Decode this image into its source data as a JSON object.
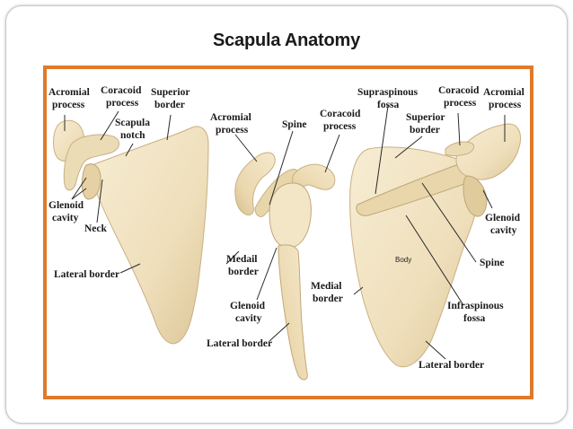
{
  "slide": {
    "title": "Scapula Anatomy"
  },
  "colors": {
    "frame_border": "#e07a2a",
    "bone_fill": "#f3e6c7",
    "bone_shadow": "#d8c39a",
    "text": "#1a1a1a"
  },
  "views": {
    "anterior": {
      "acromial_process": [
        "Acromial",
        "process"
      ],
      "coracoid_process": [
        "Coracoid",
        "process"
      ],
      "superior_border": [
        "Superior",
        "border"
      ],
      "scapula_notch": [
        "Scapula",
        "notch"
      ],
      "glenoid_cavity": [
        "Glenoid",
        "cavity"
      ],
      "neck": "Neck",
      "lateral_border": "Lateral border"
    },
    "lateral": {
      "acromial_process": [
        "Acromial",
        "process"
      ],
      "spine": "Spine",
      "coracoid_process": [
        "Coracoid",
        "process"
      ],
      "medial_border": [
        "Medail",
        "border"
      ],
      "glenoid_cavity": [
        "Glenoid",
        "cavity"
      ],
      "lateral_border": "Lateral border"
    },
    "posterior": {
      "supraspinous_fossa": [
        "Supraspinous",
        "fossa"
      ],
      "coracoid_process": [
        "Coracoid",
        "process"
      ],
      "acromial_process": [
        "Acromial",
        "process"
      ],
      "superior_border": [
        "Superior",
        "border"
      ],
      "body": "Body",
      "glenoid_cavity": [
        "Glenoid",
        "cavity"
      ],
      "spine": "Spine",
      "medial_border": [
        "Medial",
        "border"
      ],
      "infraspinous_fossa": [
        "Infraspinous",
        "fossa"
      ],
      "lateral_border": "Lateral border"
    }
  }
}
